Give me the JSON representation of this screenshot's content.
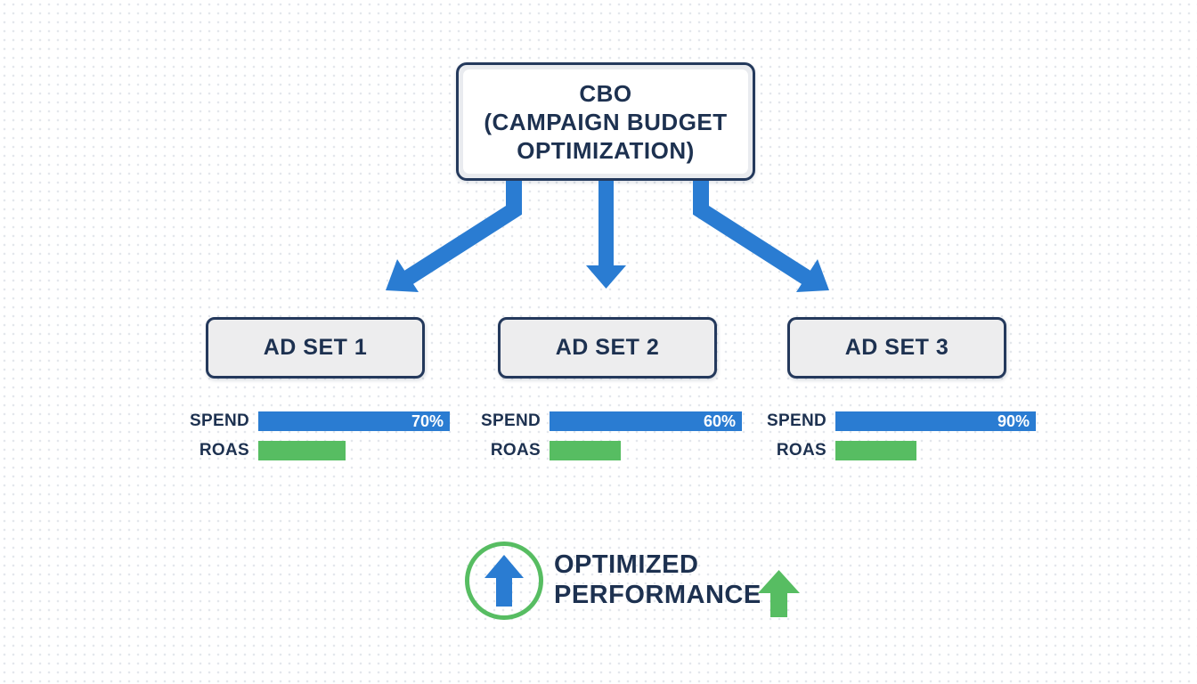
{
  "title_box": {
    "line1": "CBO",
    "line2": "(CAMPAIGN BUDGET",
    "line3": "OPTIMIZATION)"
  },
  "adsets": [
    {
      "label": "AD SET 1",
      "spend_label": "SPEND",
      "spend_value": "70%",
      "spend_pct": 70,
      "roas_label": "ROAS"
    },
    {
      "label": "AD SET 2",
      "spend_label": "SPEND",
      "spend_value": "60%",
      "spend_pct": 60,
      "roas_label": "ROAS"
    },
    {
      "label": "AD SET 3",
      "spend_label": "SPEND",
      "spend_value": "90%",
      "spend_pct": 90,
      "roas_label": "ROAS"
    }
  ],
  "footer": {
    "line1": "OPTIMIZED",
    "line2": "PERFORMANCE"
  },
  "icons": {
    "circle_arrow": "up-arrow-in-circle",
    "trend_arrow": "up-arrow"
  },
  "colors": {
    "blue": "#2a7cd2",
    "green": "#57bd62",
    "navy_text": "#1d3150",
    "box_border": "#24395c",
    "adset_bg": "#ededee",
    "dot_grid": "#e4e7ec"
  }
}
